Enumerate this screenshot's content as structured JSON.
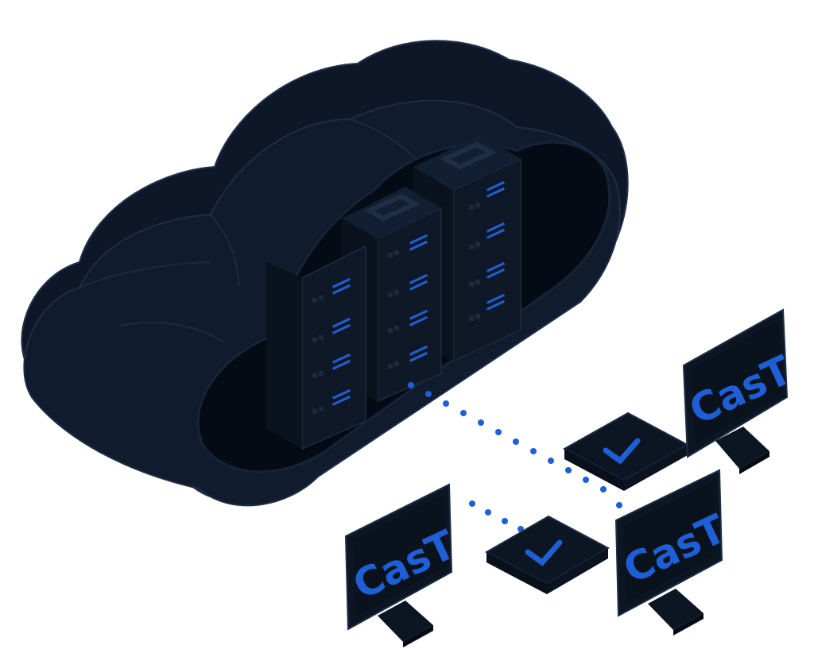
{
  "scene": {
    "monitors": [
      {
        "label": "CasT"
      },
      {
        "label": "CasT"
      },
      {
        "label": "CasT"
      }
    ],
    "colors": {
      "cloud_outer": "#0f1a2a",
      "cloud_inner": "#060c15",
      "server": "#0e1826",
      "accent": "#1f5fd6",
      "monitor": "#0c1522"
    }
  }
}
